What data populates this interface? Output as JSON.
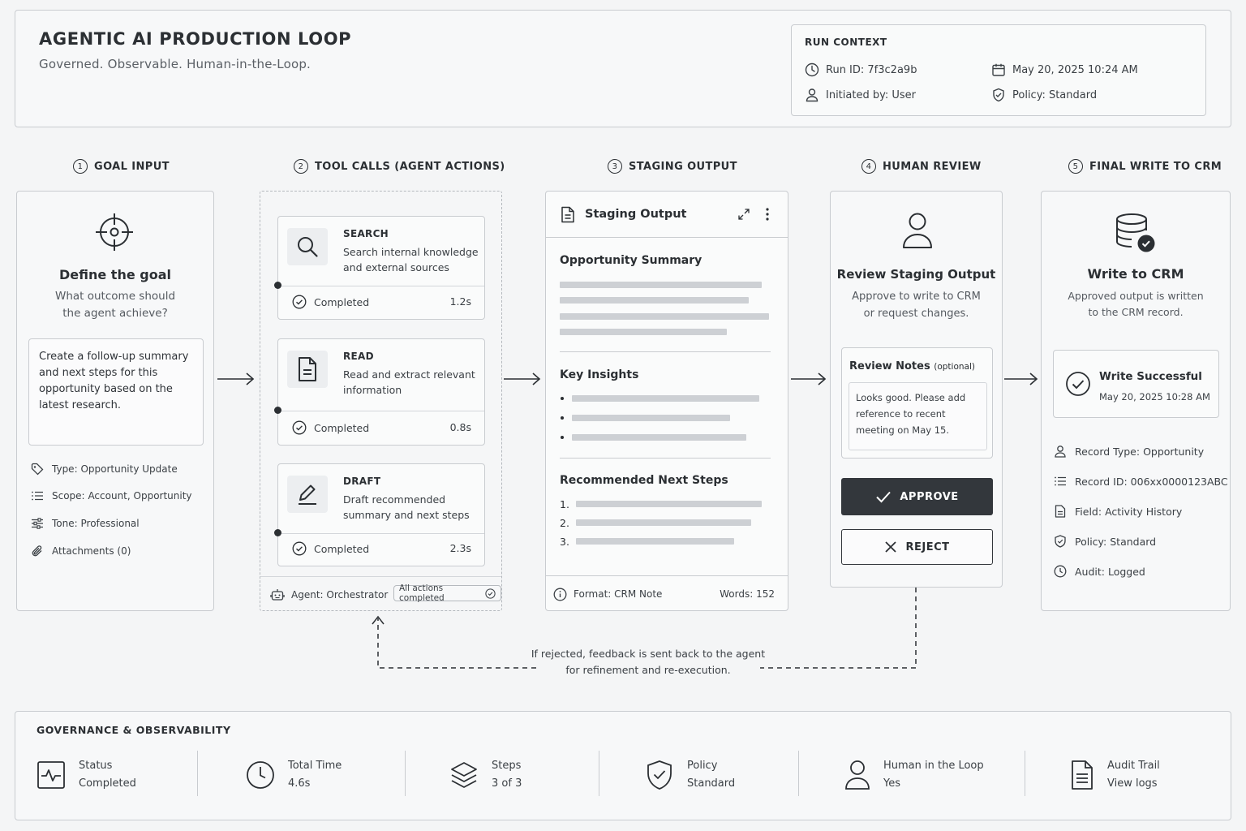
{
  "header": {
    "title": "AGENTIC AI PRODUCTION LOOP",
    "subtitle": "Governed. Observable. Human-in-the-Loop."
  },
  "run_context": {
    "label": "RUN CONTEXT",
    "run_id": "Run ID: 7f3c2a9b",
    "date": "May 20, 2025 10:24 AM",
    "initiated_by": "Initiated by: User",
    "policy": "Policy: Standard"
  },
  "steps": [
    {
      "num": "1",
      "label": "GOAL INPUT"
    },
    {
      "num": "2",
      "label": "TOOL CALLS (AGENT ACTIONS)"
    },
    {
      "num": "3",
      "label": "STAGING OUTPUT"
    },
    {
      "num": "4",
      "label": "HUMAN REVIEW"
    },
    {
      "num": "5",
      "label": "FINAL WRITE TO CRM"
    }
  ],
  "goal": {
    "icon": "target-icon",
    "title": "Define the goal",
    "question_line1": "What outcome should",
    "question_line2": "the agent achieve?",
    "text": "Create a follow-up summary and next steps for this opportunity based on the latest research.",
    "meta": [
      {
        "icon": "tag-icon",
        "key": "Type:",
        "value": "Opportunity Update"
      },
      {
        "icon": "list-icon",
        "key": "Scope:",
        "value": "Account, Opportunity"
      },
      {
        "icon": "sliders-icon",
        "key": "Tone:",
        "value": "Professional"
      },
      {
        "icon": "paperclip-icon",
        "key": "Attachments (0)",
        "value": ""
      }
    ]
  },
  "tools": {
    "items": [
      {
        "name": "SEARCH",
        "desc": "Search internal knowledge and external sources",
        "status": "Completed",
        "time": "1.2s",
        "icon": "search-icon"
      },
      {
        "name": "READ",
        "desc": "Read and extract relevant information",
        "status": "Completed",
        "time": "0.8s",
        "icon": "document-icon"
      },
      {
        "name": "DRAFT",
        "desc": "Draft recommended summary and next steps",
        "status": "Completed",
        "time": "2.3s",
        "icon": "pen-icon"
      }
    ],
    "agent": "Agent: Orchestrator",
    "badge": "All actions completed"
  },
  "staging": {
    "title": "Staging Output",
    "sections": {
      "summary": "Opportunity Summary",
      "insights": "Key Insights",
      "next_steps": "Recommended Next Steps"
    },
    "numbers": [
      "1.",
      "2.",
      "3."
    ],
    "format": "Format: CRM Note",
    "words": "Words: 152"
  },
  "review": {
    "title": "Review Staging Output",
    "desc_line1": "Approve to write to CRM",
    "desc_line2": "or request changes.",
    "notes_label": "Review Notes",
    "notes_optional": "(optional)",
    "notes_text": "Looks good. Please add reference to recent meeting on May 15.",
    "approve": "APPROVE",
    "reject": "REJECT"
  },
  "crm": {
    "title": "Write to CRM",
    "desc_line1": "Approved output is written",
    "desc_line2": "to the CRM record.",
    "success_title": "Write Successful",
    "success_time": "May 20, 2025 10:28 AM",
    "rows": [
      {
        "icon": "user-icon",
        "key": "Record Type:",
        "value": "Opportunity"
      },
      {
        "icon": "list-icon",
        "key": "Record ID:",
        "value": "006xx0000123ABC"
      },
      {
        "icon": "document-icon",
        "key": "Field:",
        "value": "Activity History"
      },
      {
        "icon": "shield-icon",
        "key": "Policy:",
        "value": "Standard"
      },
      {
        "icon": "clock-icon",
        "key": "Audit:",
        "value": "Logged"
      }
    ]
  },
  "feedback": {
    "line1": "If rejected, feedback is sent back to the agent",
    "line2": "for refinement and re-execution."
  },
  "governance": {
    "title": "GOVERNANCE & OBSERVABILITY",
    "items": [
      {
        "label": "Status",
        "value": "Completed",
        "icon": "pulse-icon"
      },
      {
        "label": "Total Time",
        "value": "4.6s",
        "icon": "clock-icon"
      },
      {
        "label": "Steps",
        "value": "3 of 3",
        "icon": "layers-icon"
      },
      {
        "label": "Policy",
        "value": "Standard",
        "icon": "shield-check-icon"
      },
      {
        "label": "Human in the Loop",
        "value": "Yes",
        "icon": "user-icon"
      },
      {
        "label": "Audit Trail",
        "value": "View logs",
        "icon": "document-icon"
      }
    ]
  }
}
